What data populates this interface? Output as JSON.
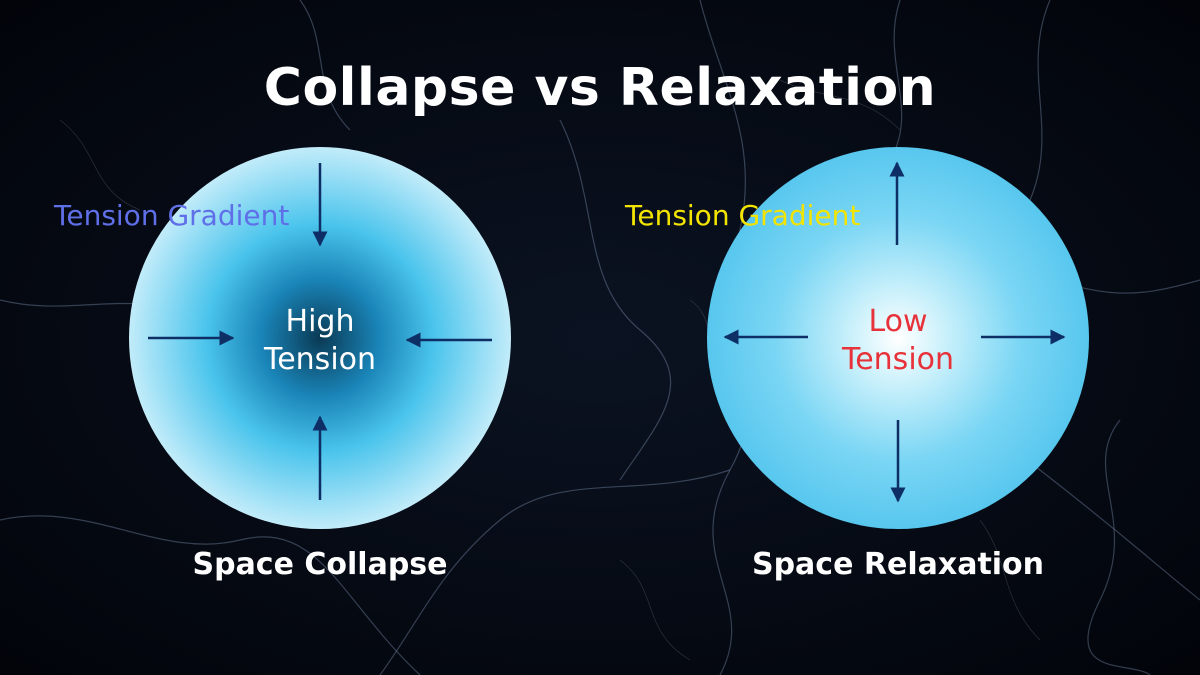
{
  "title": "Collapse vs Relaxation",
  "colors": {
    "background": "#05080f",
    "arrow": "#0d2f66",
    "gradient_label_left": "#5f6fe8",
    "gradient_label_right": "#f2e400",
    "low_tension_label": "#e8323a"
  },
  "left": {
    "gradient_label": "Tension Gradient",
    "center_line1": "High",
    "center_line2": "Tension",
    "caption": "Space Collapse",
    "arrow_direction": "inward"
  },
  "right": {
    "gradient_label": "Tension Gradient",
    "center_line1": "Low",
    "center_line2": "Tension",
    "caption": "Space Relaxation",
    "arrow_direction": "outward"
  }
}
